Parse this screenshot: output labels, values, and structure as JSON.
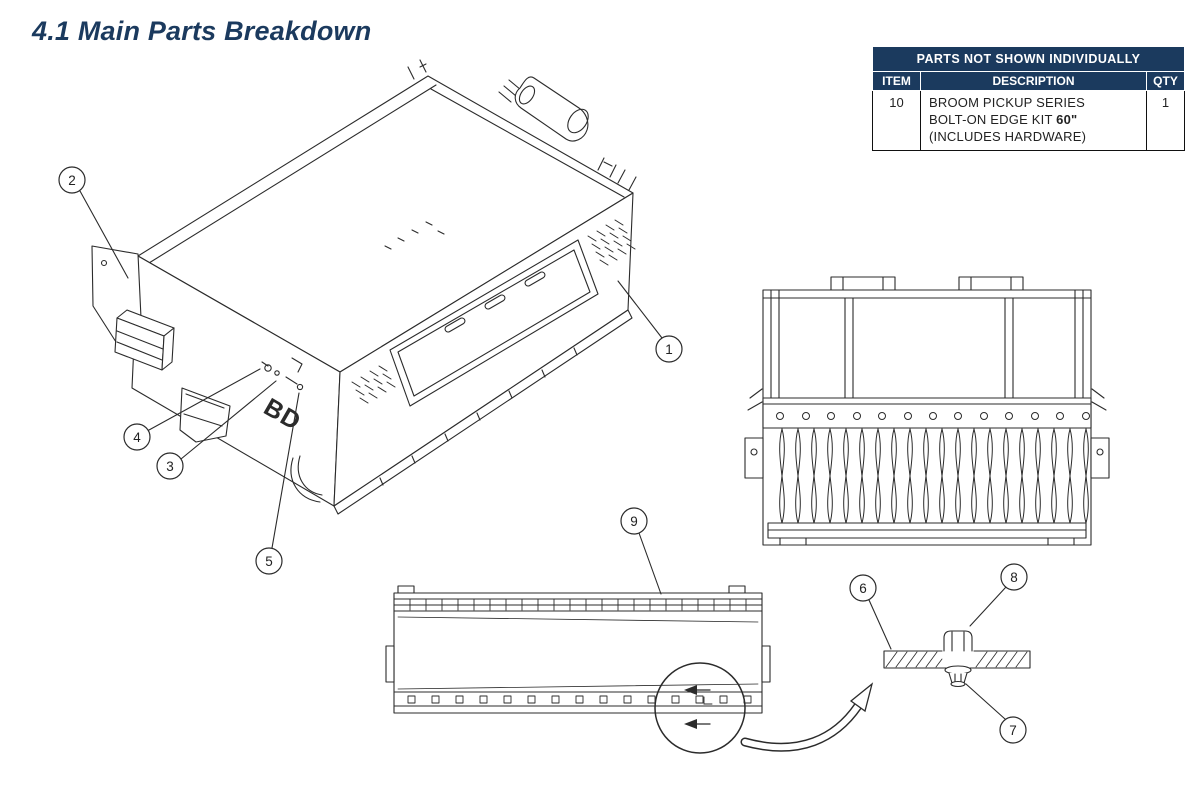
{
  "page": {
    "title": "4.1 Main Parts Breakdown"
  },
  "parts_table": {
    "title": "PARTS NOT SHOWN INDIVIDUALLY",
    "columns": {
      "item": "ITEM",
      "description": "DESCRIPTION",
      "qty": "QTY"
    },
    "row": {
      "item": "10",
      "desc_line1": "BROOM PICKUP SERIES",
      "desc_line2_prefix": "BOLT-ON EDGE KIT ",
      "desc_line2_bold": "60\"",
      "desc_line3": "(INCLUDES HARDWARE)",
      "qty": "1"
    }
  },
  "drawing": {
    "logo_text": "BD"
  },
  "callouts": {
    "c1": "1",
    "c2": "2",
    "c3": "3",
    "c4": "4",
    "c5": "5",
    "c6": "6",
    "c7": "7",
    "c8": "8",
    "c9": "9"
  },
  "colors": {
    "accent_navy": "#1b3a5e",
    "line": "#2b2b2b",
    "background": "#ffffff"
  }
}
